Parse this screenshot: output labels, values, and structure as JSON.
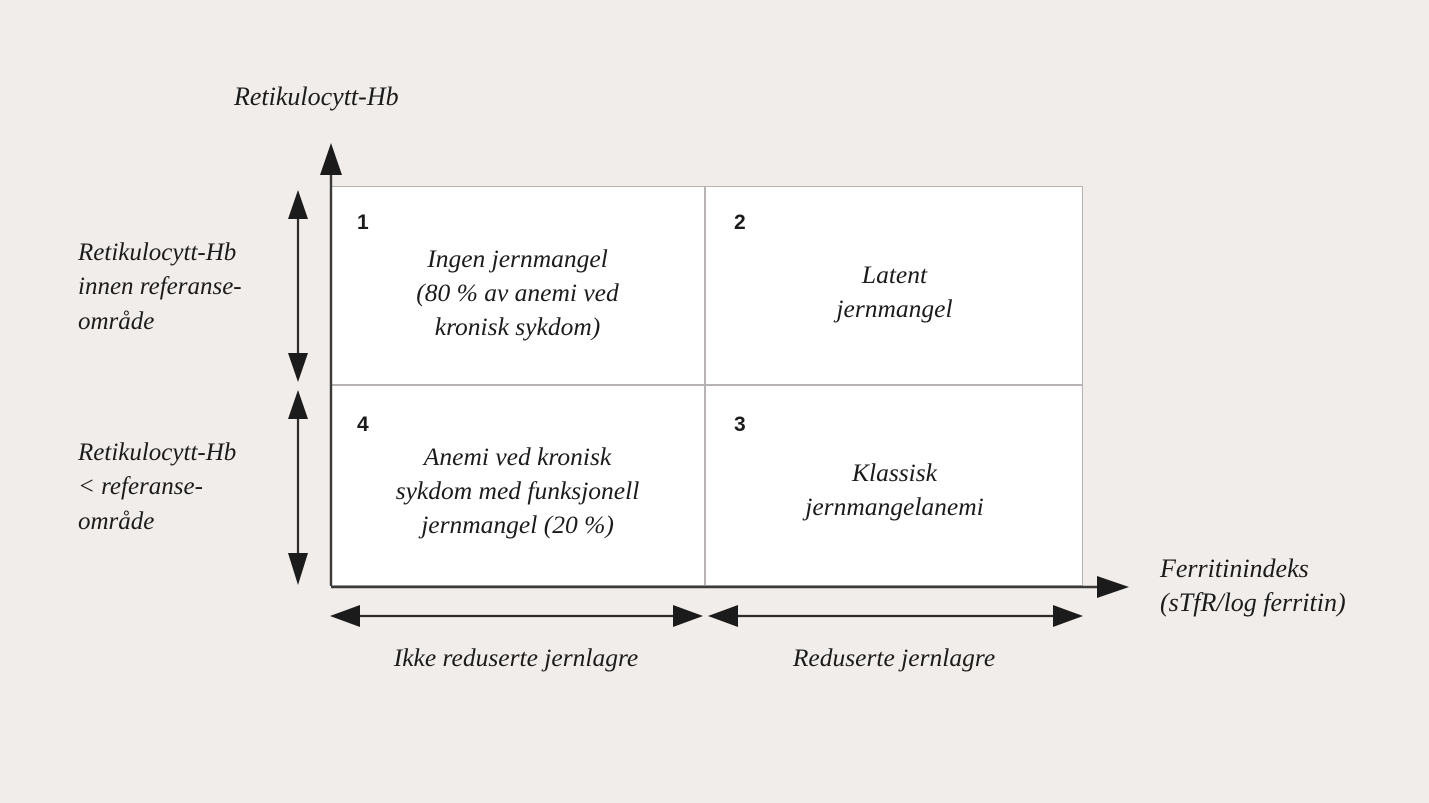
{
  "figure": {
    "background_color": "#f1edea",
    "box_fill": "#ffffff",
    "line_color": "#1b1b1b",
    "grid_color": "#b6b3b2"
  },
  "axes": {
    "y_title": "Retikulocytt-Hb",
    "x_title": "Ferritinindeks\n(sTfR/log ferritin)"
  },
  "side_labels": {
    "upper": "Retikulocytt-Hb\ninnen referanse-\nområde",
    "lower": "Retikulocytt-Hb\n< referanse-\nområde"
  },
  "bottom_labels": {
    "left": "Ikke reduserte jernlagre",
    "right": "Reduserte jernlagre"
  },
  "quadrants": [
    {
      "number": "1",
      "text": "Ingen jernmangel\n(80 % av anemi ved\nkronisk sykdom)",
      "position": "top-left"
    },
    {
      "number": "2",
      "text": "Latent\njernmangel",
      "position": "top-right"
    },
    {
      "number": "3",
      "text": "Klassisk\njernmangelanemi",
      "position": "bottom-right"
    },
    {
      "number": "4",
      "text": "Anemi ved kronisk\nsykdom med funksjonell\njernmangel (20 %)",
      "position": "bottom-left"
    }
  ],
  "chart_data": {
    "type": "table",
    "title": "",
    "xlabel": "Ferritinindeks (sTfR/log ferritin)",
    "ylabel": "Retikulocytt-Hb",
    "x_categories": [
      "Ikke reduserte jernlagre",
      "Reduserte jernlagre"
    ],
    "y_categories": [
      "Retikulocytt-Hb innen referanse-område",
      "Retikulocytt-Hb < referanse-område"
    ],
    "cells": [
      [
        "1: Ingen jernmangel (80 % av anemi ved kronisk sykdom)",
        "2: Latent jernmangel"
      ],
      [
        "4: Anemi ved kronisk sykdom med funksjonell jernmangel (20 %)",
        "3: Klassisk jernmangelanemi"
      ]
    ],
    "grid": true,
    "legend": "none"
  }
}
